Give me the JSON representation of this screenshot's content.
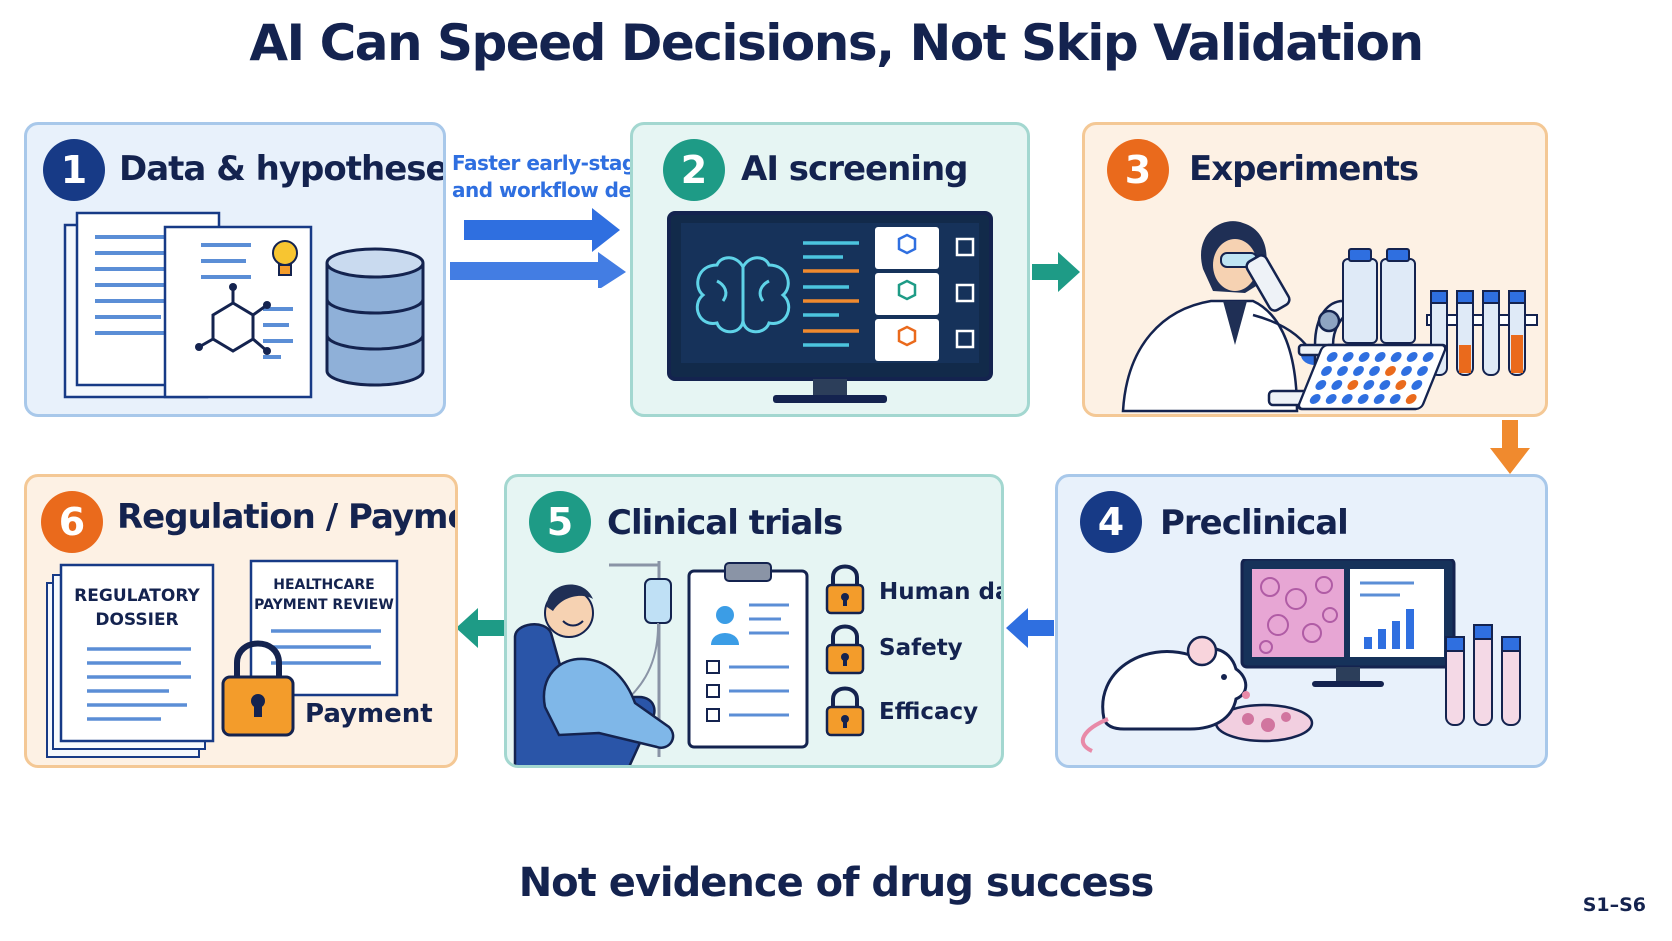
{
  "title": "AI Can Speed Decisions, Not Skip Validation",
  "footer": "Not evidence of drug success",
  "reference": "S1–S6",
  "colors": {
    "navy": "#173a86",
    "teal": "#1e9b86",
    "orange": "#ea6a1c",
    "arrow_blue": "#2f6fe0"
  },
  "connector_note": {
    "line1": "Faster early-stage",
    "line2": "and workflow decisions"
  },
  "stages": [
    {
      "number": "1",
      "title": "Data & hypotheses"
    },
    {
      "number": "2",
      "title": "AI screening"
    },
    {
      "number": "3",
      "title": "Experiments"
    },
    {
      "number": "4",
      "title": "Preclinical"
    },
    {
      "number": "5",
      "title": "Clinical trials",
      "gates": [
        "Human data",
        "Safety",
        "Efficacy"
      ]
    },
    {
      "number": "6",
      "title": "Regulation / Payment",
      "doc_left": [
        "REGULATORY",
        "DOSSIER"
      ],
      "doc_right": [
        "HEALTHCARE",
        "PAYMENT REVIEW"
      ],
      "gate": "Payment"
    }
  ]
}
